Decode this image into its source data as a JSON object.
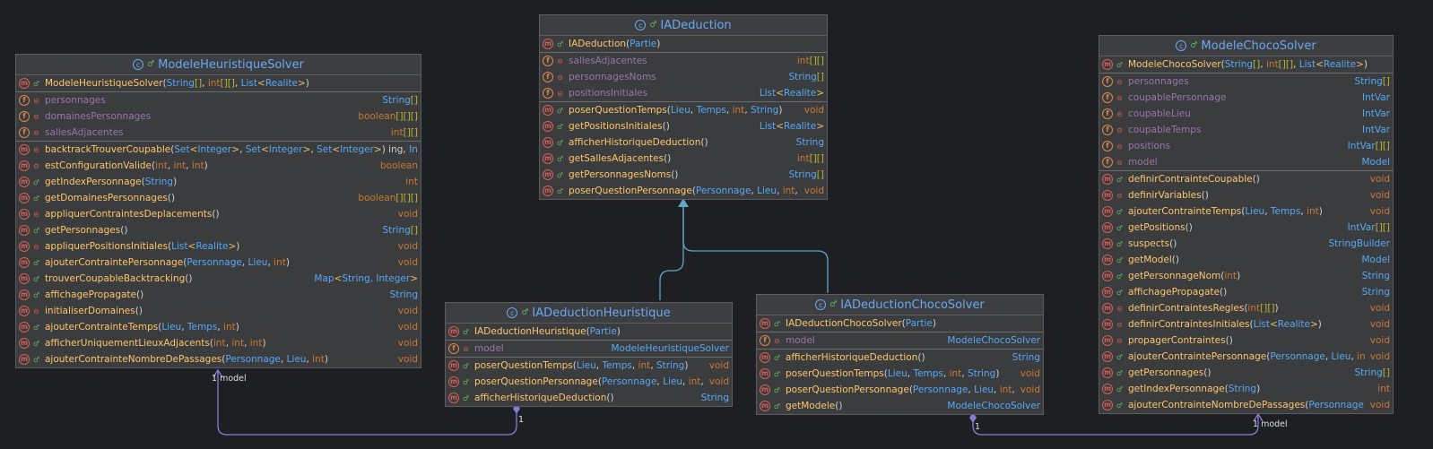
{
  "classes": [
    {
      "id": "modele-heuristique-solver",
      "title": "ModeleHeuristiqueSolver",
      "sections": [
        [
          {
            "icon": "m",
            "vis": "pub",
            "name": "ModeleHeuristiqueSolver",
            "params": "(String[], int[][], List<Realite>)",
            "ret": ""
          }
        ],
        [
          {
            "icon": "f-static",
            "vis": "priv",
            "name": "personnages",
            "params": "",
            "ret": "String[]"
          },
          {
            "icon": "f-static",
            "vis": "priv",
            "name": "domainesPersonnages",
            "params": "",
            "ret": "boolean[][][]"
          },
          {
            "icon": "f-static",
            "vis": "priv",
            "name": "sallesAdjacentes",
            "params": "",
            "ret": "int[][]"
          }
        ],
        [
          {
            "icon": "m",
            "vis": "priv",
            "name": "backtrackTrouverCoupable",
            "params": "(Set<Integer>, Set<Integer>, Set<Integer>) ing, Integer>?",
            "ret": ""
          },
          {
            "icon": "m",
            "vis": "priv",
            "name": "estConfigurationValide",
            "params": "(int, int, int)",
            "ret": "boolean"
          },
          {
            "icon": "m",
            "vis": "pub",
            "name": "getIndexPersonnage",
            "params": "(String)",
            "ret": "int"
          },
          {
            "icon": "m",
            "vis": "pub",
            "name": "getDomainesPersonnages",
            "params": "()",
            "ret": "boolean[][][]"
          },
          {
            "icon": "m",
            "vis": "priv",
            "name": "appliquerContraintesDeplacements",
            "params": "()",
            "ret": "void"
          },
          {
            "icon": "m",
            "vis": "pub",
            "name": "getPersonnages",
            "params": "()",
            "ret": "String[]"
          },
          {
            "icon": "m",
            "vis": "priv",
            "name": "appliquerPositionsInitiales",
            "params": "(List<Realite>)",
            "ret": "void"
          },
          {
            "icon": "m",
            "vis": "pub",
            "name": "ajouterContraintePersonnage",
            "params": "(Personnage, Lieu, int)",
            "ret": "void"
          },
          {
            "icon": "m",
            "vis": "pub",
            "name": "trouverCoupableBacktracking",
            "params": "()",
            "ret": "Map<String, Integer>"
          },
          {
            "icon": "m",
            "vis": "pub",
            "name": "affichagePropagate",
            "params": "()",
            "ret": "String"
          },
          {
            "icon": "m",
            "vis": "priv",
            "name": "initialiserDomaines",
            "params": "()",
            "ret": "void"
          },
          {
            "icon": "m",
            "vis": "pub",
            "name": "ajouterContrainteTemps",
            "params": "(Lieu, Temps, int)",
            "ret": "void"
          },
          {
            "icon": "m",
            "vis": "pub",
            "name": "afficherUniquementLieuxAdjacents",
            "params": "(int, int, int)",
            "ret": "void"
          },
          {
            "icon": "m",
            "vis": "pub",
            "name": "ajouterContrainteNombreDePassages",
            "params": "(Personnage, Lieu, int)",
            "ret": "void"
          }
        ]
      ]
    },
    {
      "id": "ia-deduction",
      "title": "IADeduction",
      "sections": [
        [
          {
            "icon": "m",
            "vis": "pub",
            "name": "IADeduction",
            "params": "(Partie)",
            "ret": ""
          }
        ],
        [
          {
            "icon": "f-static",
            "vis": "priv",
            "name": "sallesAdjacentes",
            "params": "",
            "ret": "int[][]"
          },
          {
            "icon": "f-static",
            "vis": "priv",
            "name": "personnagesNoms",
            "params": "",
            "ret": "String[]"
          },
          {
            "icon": "f-static",
            "vis": "priv",
            "name": "positionsInitiales",
            "params": "",
            "ret": "List<Realite>"
          }
        ],
        [
          {
            "icon": "m",
            "vis": "pub",
            "name": "poserQuestionTemps",
            "params": "(Lieu, Temps, int, String)",
            "ret": "void"
          },
          {
            "icon": "m",
            "vis": "pub",
            "name": "getPositionsInitiales",
            "params": "()",
            "ret": "List<Realite>"
          },
          {
            "icon": "m",
            "vis": "pub",
            "name": "afficherHistoriqueDeduction",
            "params": "()",
            "ret": "String"
          },
          {
            "icon": "m",
            "vis": "pub",
            "name": "getSallesAdjacentes",
            "params": "()",
            "ret": "int[][]"
          },
          {
            "icon": "m",
            "vis": "pub",
            "name": "getPersonnagesNoms",
            "params": "()",
            "ret": "String[]"
          },
          {
            "icon": "m",
            "vis": "pub",
            "name": "poserQuestionPersonnage",
            "params": "(Personnage, Lieu, int, int)",
            "ret": "void"
          }
        ]
      ]
    },
    {
      "id": "ia-deduction-heuristique",
      "title": "IADeductionHeuristique",
      "sections": [
        [
          {
            "icon": "m",
            "vis": "pub",
            "name": "IADeductionHeuristique",
            "params": "(Partie)",
            "ret": ""
          }
        ],
        [
          {
            "icon": "f-static",
            "vis": "priv",
            "name": "model",
            "params": "",
            "ret": "ModeleHeuristiqueSolver"
          }
        ],
        [
          {
            "icon": "m",
            "vis": "pub",
            "name": "poserQuestionTemps",
            "params": "(Lieu, Temps, int, String)",
            "ret": "void"
          },
          {
            "icon": "m",
            "vis": "pub",
            "name": "poserQuestionPersonnage",
            "params": "(Personnage, Lieu, int, int)",
            "ret": "void"
          },
          {
            "icon": "m",
            "vis": "pub",
            "name": "afficherHistoriqueDeduction",
            "params": "()",
            "ret": "String"
          }
        ]
      ]
    },
    {
      "id": "ia-deduction-choco-solver",
      "title": "IADeductionChocoSolver",
      "sections": [
        [
          {
            "icon": "m",
            "vis": "pub",
            "name": "IADeductionChocoSolver",
            "params": "(Partie)",
            "ret": ""
          }
        ],
        [
          {
            "icon": "f",
            "vis": "priv",
            "name": "model",
            "params": "",
            "ret": "ModeleChocoSolver"
          }
        ],
        [
          {
            "icon": "m",
            "vis": "pub",
            "name": "afficherHistoriqueDeduction",
            "params": "()",
            "ret": "String"
          },
          {
            "icon": "m",
            "vis": "pub",
            "name": "poserQuestionTemps",
            "params": "(Lieu, Temps, int, String)",
            "ret": "void"
          },
          {
            "icon": "m",
            "vis": "pub",
            "name": "poserQuestionPersonnage",
            "params": "(Personnage, Lieu, int, int)",
            "ret": "void"
          },
          {
            "icon": "m",
            "vis": "pub",
            "name": "getModele",
            "params": "()",
            "ret": "ModeleChocoSolver"
          }
        ]
      ]
    },
    {
      "id": "modele-choco-solver",
      "title": "ModeleChocoSolver",
      "sections": [
        [
          {
            "icon": "m",
            "vis": "pub",
            "name": "ModeleChocoSolver",
            "params": "(String[], int[][], List<Realite>)",
            "ret": ""
          }
        ],
        [
          {
            "icon": "f-static",
            "vis": "priv",
            "name": "personnages",
            "params": "",
            "ret": "String[]"
          },
          {
            "icon": "f",
            "vis": "priv",
            "name": "coupablePersonnage",
            "params": "",
            "ret": "IntVar"
          },
          {
            "icon": "f",
            "vis": "priv",
            "name": "coupableLieu",
            "params": "",
            "ret": "IntVar"
          },
          {
            "icon": "f",
            "vis": "priv",
            "name": "coupableTemps",
            "params": "",
            "ret": "IntVar"
          },
          {
            "icon": "f-static",
            "vis": "priv",
            "name": "positions",
            "params": "",
            "ret": "IntVar[][]"
          },
          {
            "icon": "f-static",
            "vis": "priv",
            "name": "model",
            "params": "",
            "ret": "Model"
          }
        ],
        [
          {
            "icon": "m",
            "vis": "pub",
            "name": "definirContrainteCoupable",
            "params": "()",
            "ret": "void"
          },
          {
            "icon": "m",
            "vis": "priv",
            "name": "definirVariables",
            "params": "()",
            "ret": "void"
          },
          {
            "icon": "m",
            "vis": "pub",
            "name": "ajouterContrainteTemps",
            "params": "(Lieu, Temps, int)",
            "ret": "void"
          },
          {
            "icon": "m",
            "vis": "pub",
            "name": "getPositions",
            "params": "()",
            "ret": "IntVar[][]"
          },
          {
            "icon": "m",
            "vis": "pub",
            "name": "suspects",
            "params": "()",
            "ret": "StringBuilder"
          },
          {
            "icon": "m",
            "vis": "pub",
            "name": "getModel",
            "params": "()",
            "ret": "Model"
          },
          {
            "icon": "m",
            "vis": "pub",
            "name": "getPersonnageNom",
            "params": "(int)",
            "ret": "String"
          },
          {
            "icon": "m",
            "vis": "pub",
            "name": "affichagePropagate",
            "params": "()",
            "ret": "String"
          },
          {
            "icon": "m",
            "vis": "priv",
            "name": "definirContraintesRegles",
            "params": "(int[][])",
            "ret": "void"
          },
          {
            "icon": "m",
            "vis": "priv",
            "name": "definirContraintesInitiales",
            "params": "(List<Realite>)",
            "ret": "void"
          },
          {
            "icon": "m",
            "vis": "priv",
            "name": "propagerContraintes",
            "params": "()",
            "ret": "void"
          },
          {
            "icon": "m",
            "vis": "pub",
            "name": "ajouterContraintePersonnage",
            "params": "(Personnage, Lieu, int)",
            "ret": "void"
          },
          {
            "icon": "m",
            "vis": "pub",
            "name": "getPersonnages",
            "params": "()",
            "ret": "String[]"
          },
          {
            "icon": "m",
            "vis": "pub",
            "name": "getIndexPersonnage",
            "params": "(String)",
            "ret": "int"
          },
          {
            "icon": "m",
            "vis": "pub",
            "name": "ajouterContrainteNombreDePassages",
            "params": "(Personnage, Lieu, int)",
            "ret": "void"
          }
        ]
      ]
    }
  ],
  "relations": [
    {
      "id": "heuristique-model",
      "from": "ia-deduction-heuristique",
      "to": "modele-heuristique-solver",
      "kind": "composition",
      "multiplicity_from": "1",
      "multiplicity_to": "1",
      "role": "model"
    },
    {
      "id": "choco-model",
      "from": "ia-deduction-choco-solver",
      "to": "modele-choco-solver",
      "kind": "composition",
      "multiplicity_from": "1",
      "multiplicity_to": "1",
      "role": "model"
    },
    {
      "id": "heuristique-extends",
      "from": "ia-deduction-heuristique",
      "to": "ia-deduction",
      "kind": "inheritance"
    },
    {
      "id": "choco-extends",
      "from": "ia-deduction-choco-solver",
      "to": "ia-deduction",
      "kind": "inheritance"
    }
  ],
  "colors": {
    "background": "#1e1f22",
    "class_name": "#6aa9f0",
    "method": "#ffc66d",
    "field": "#9876aa",
    "keyword": "#cc7832",
    "type": "#56a8f5",
    "array": "#bbb529",
    "inheritance_line": "#5fa7c4",
    "composition_line": "#8b7bd8"
  }
}
